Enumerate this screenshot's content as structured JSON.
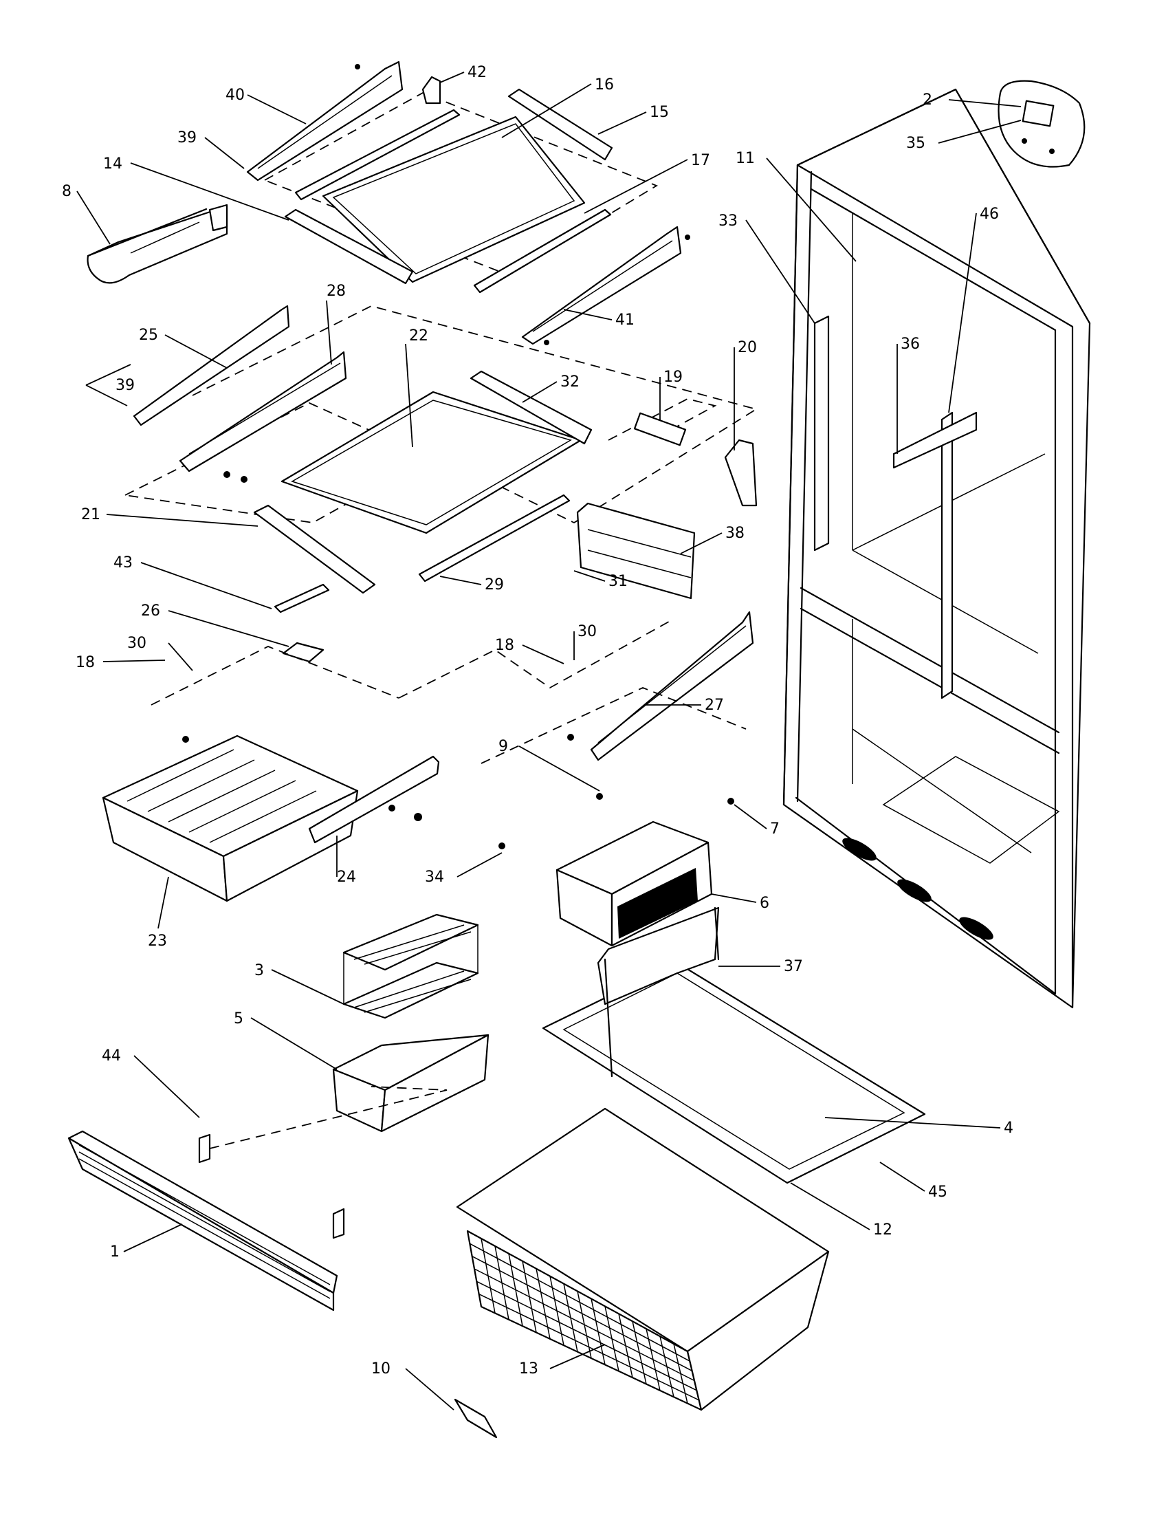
{
  "callouts": [
    {
      "id": "c1",
      "label": "1"
    },
    {
      "id": "c2",
      "label": "2"
    },
    {
      "id": "c3",
      "label": "3"
    },
    {
      "id": "c4",
      "label": "4"
    },
    {
      "id": "c5",
      "label": "5"
    },
    {
      "id": "c6",
      "label": "6"
    },
    {
      "id": "c7",
      "label": "7"
    },
    {
      "id": "c8",
      "label": "8"
    },
    {
      "id": "c9",
      "label": "9"
    },
    {
      "id": "c10",
      "label": "10"
    },
    {
      "id": "c11",
      "label": "11"
    },
    {
      "id": "c12",
      "label": "12"
    },
    {
      "id": "c13",
      "label": "13"
    },
    {
      "id": "c14",
      "label": "14"
    },
    {
      "id": "c15",
      "label": "15"
    },
    {
      "id": "c16",
      "label": "16"
    },
    {
      "id": "c17",
      "label": "17"
    },
    {
      "id": "c18a",
      "label": "18"
    },
    {
      "id": "c18b",
      "label": "18"
    },
    {
      "id": "c19",
      "label": "19"
    },
    {
      "id": "c20",
      "label": "20"
    },
    {
      "id": "c21",
      "label": "21"
    },
    {
      "id": "c22",
      "label": "22"
    },
    {
      "id": "c23",
      "label": "23"
    },
    {
      "id": "c24",
      "label": "24"
    },
    {
      "id": "c25",
      "label": "25"
    },
    {
      "id": "c26",
      "label": "26"
    },
    {
      "id": "c27",
      "label": "27"
    },
    {
      "id": "c28",
      "label": "28"
    },
    {
      "id": "c29",
      "label": "29"
    },
    {
      "id": "c30a",
      "label": "30"
    },
    {
      "id": "c30b",
      "label": "30"
    },
    {
      "id": "c31",
      "label": "31"
    },
    {
      "id": "c32",
      "label": "32"
    },
    {
      "id": "c33",
      "label": "33"
    },
    {
      "id": "c34",
      "label": "34"
    },
    {
      "id": "c35",
      "label": "35"
    },
    {
      "id": "c36",
      "label": "36"
    },
    {
      "id": "c37",
      "label": "37"
    },
    {
      "id": "c38",
      "label": "38"
    },
    {
      "id": "c39a",
      "label": "39"
    },
    {
      "id": "c39b",
      "label": "39"
    },
    {
      "id": "c40",
      "label": "40"
    },
    {
      "id": "c41",
      "label": "41"
    },
    {
      "id": "c42",
      "label": "42"
    },
    {
      "id": "c43",
      "label": "43"
    },
    {
      "id": "c44",
      "label": "44"
    },
    {
      "id": "c45",
      "label": "45"
    },
    {
      "id": "c46",
      "label": "46"
    }
  ]
}
